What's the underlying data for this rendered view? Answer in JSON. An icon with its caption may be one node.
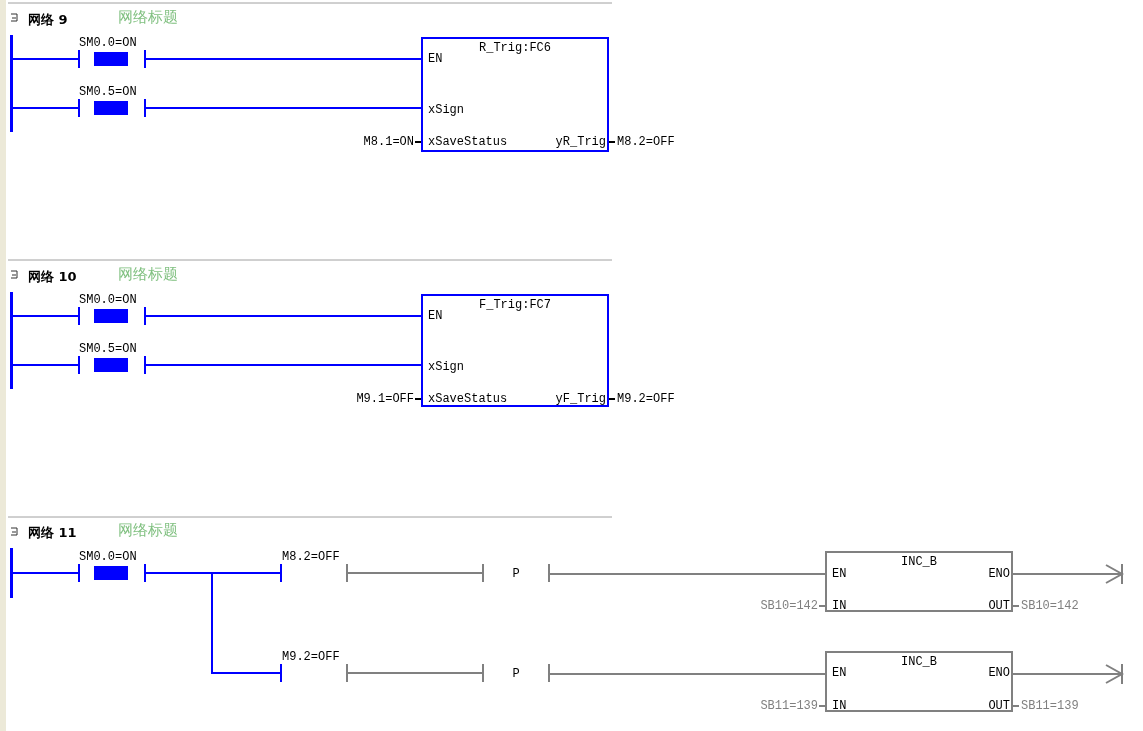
{
  "diagram": {
    "nodes": [
      {
        "text": [],
        "shape": "bar"
      },
      {
        "text": [
          "SM0.0=ON"
        ]
      },
      {
        "text": [
          "SM0.5=ON"
        ]
      },
      {
        "text": [
          "R_Trig:FC6",
          "EN",
          "xSign",
          "xSaveStatus",
          "yR_Trig"
        ],
        "beside": [
          "M8.1=ON",
          "M8.2=OFF"
        ]
      },
      {
        "text": [],
        "shape": "bar"
      },
      {
        "text": [
          "SM0.0=ON"
        ]
      },
      {
        "text": [
          "SM0.5=ON"
        ]
      },
      {
        "text": [
          "F_Trig:FC7",
          "EN",
          "xSign",
          "xSaveStatus",
          "yF_Trig"
        ],
        "beside": [
          "M9.1=OFF",
          "M9.2=OFF"
        ]
      },
      {
        "text": [],
        "shape": "bar"
      },
      {
        "text": [
          "SM0.0=ON"
        ]
      },
      {
        "text": [
          "M8.2=OFF"
        ]
      },
      {
        "text": [
          "P"
        ]
      },
      {
        "text": [
          "INC_B",
          "EN",
          "ENO",
          "IN",
          "OUT"
        ],
        "beside": [
          "SB10=142",
          "SB10=142"
        ]
      },
      {
        "text": [
          "M9.2=OFF"
        ]
      },
      {
        "text": [
          "P"
        ]
      },
      {
        "text": [
          "INC_B",
          "EN",
          "ENO",
          "IN",
          "OUT"
        ],
        "beside": [
          "SB11=139",
          "SB11=139"
        ]
      }
    ],
    "edges": [
      {
        "from": 0,
        "to": 1,
        "arrow": "none"
      },
      {
        "from": 1,
        "to": 3,
        "arrow": "none"
      },
      {
        "from": 0,
        "to": 2,
        "arrow": "none"
      },
      {
        "from": 2,
        "to": 3,
        "arrow": "none"
      },
      {
        "from": 4,
        "to": 5,
        "arrow": "none"
      },
      {
        "from": 5,
        "to": 7,
        "arrow": "none"
      },
      {
        "from": 4,
        "to": 6,
        "arrow": "none"
      },
      {
        "from": 6,
        "to": 7,
        "arrow": "none"
      },
      {
        "from": 8,
        "to": 9,
        "arrow": "none"
      },
      {
        "from": 9,
        "to": 10,
        "arrow": "none"
      },
      {
        "from": 10,
        "to": 11,
        "arrow": "none",
        "color": "#808080"
      },
      {
        "from": 11,
        "to": 12,
        "arrow": "none",
        "color": "#808080"
      },
      {
        "from": 12,
        "to": null,
        "arrow": "to",
        "color": "#808080"
      },
      {
        "from": 9,
        "to": 13,
        "arrow": "none"
      },
      {
        "from": 13,
        "to": 14,
        "arrow": "none",
        "color": "#808080"
      },
      {
        "from": 14,
        "to": 15,
        "arrow": "none",
        "color": "#808080"
      },
      {
        "from": 15,
        "to": null,
        "arrow": "to",
        "color": "#808080"
      }
    ],
    "labels": [
      "网络 9",
      "网络标题",
      "网络 10",
      "网络标题",
      "网络 11",
      "网络标题"
    ]
  }
}
